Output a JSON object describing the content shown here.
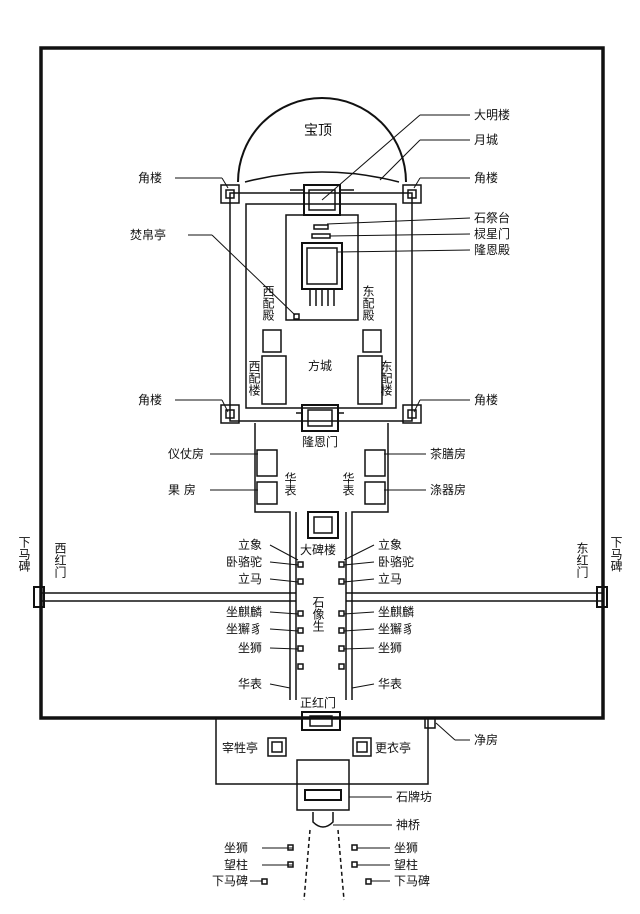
{
  "labels": {
    "baoding": "宝顶",
    "daminglou": "大明楼",
    "yuecheng": "月城",
    "jiaolou": "角楼",
    "shijitai": "石祭台",
    "liuximen": "棂星门",
    "fenboting": "焚帛亭",
    "longendian": "隆恩殿",
    "xi_peidian": "西配殿",
    "dong_peidian": "东配殿",
    "fangcheng": "方城",
    "xi_peilou": "西配楼",
    "dong_peilou": "东配楼",
    "longenmen": "隆恩门",
    "yizhangfang": "仪仗房",
    "chashanfang": "茶膳房",
    "guofang": "果 房",
    "diqifang": "涤器房",
    "huabiao": "华表",
    "dabeilou": "大碑楼",
    "xihongmen": "西红门",
    "donghongmen": "东红门",
    "xiamabei": "下马碑",
    "lixiang": "立象",
    "woluotuo": "卧骆驼",
    "lima": "立马",
    "shixiangsheng": "石像生",
    "zuoqilin": "坐麒麟",
    "zuoxiezhi": "坐獬豸",
    "zuoshi": "坐狮",
    "zhenghongmen": "正红门",
    "jingfang": "净房",
    "zaishengting": "宰牲亭",
    "gengyiting": "更衣亭",
    "shipaifang": "石牌坊",
    "shenqiao": "神桥",
    "wangzhu": "望柱"
  }
}
